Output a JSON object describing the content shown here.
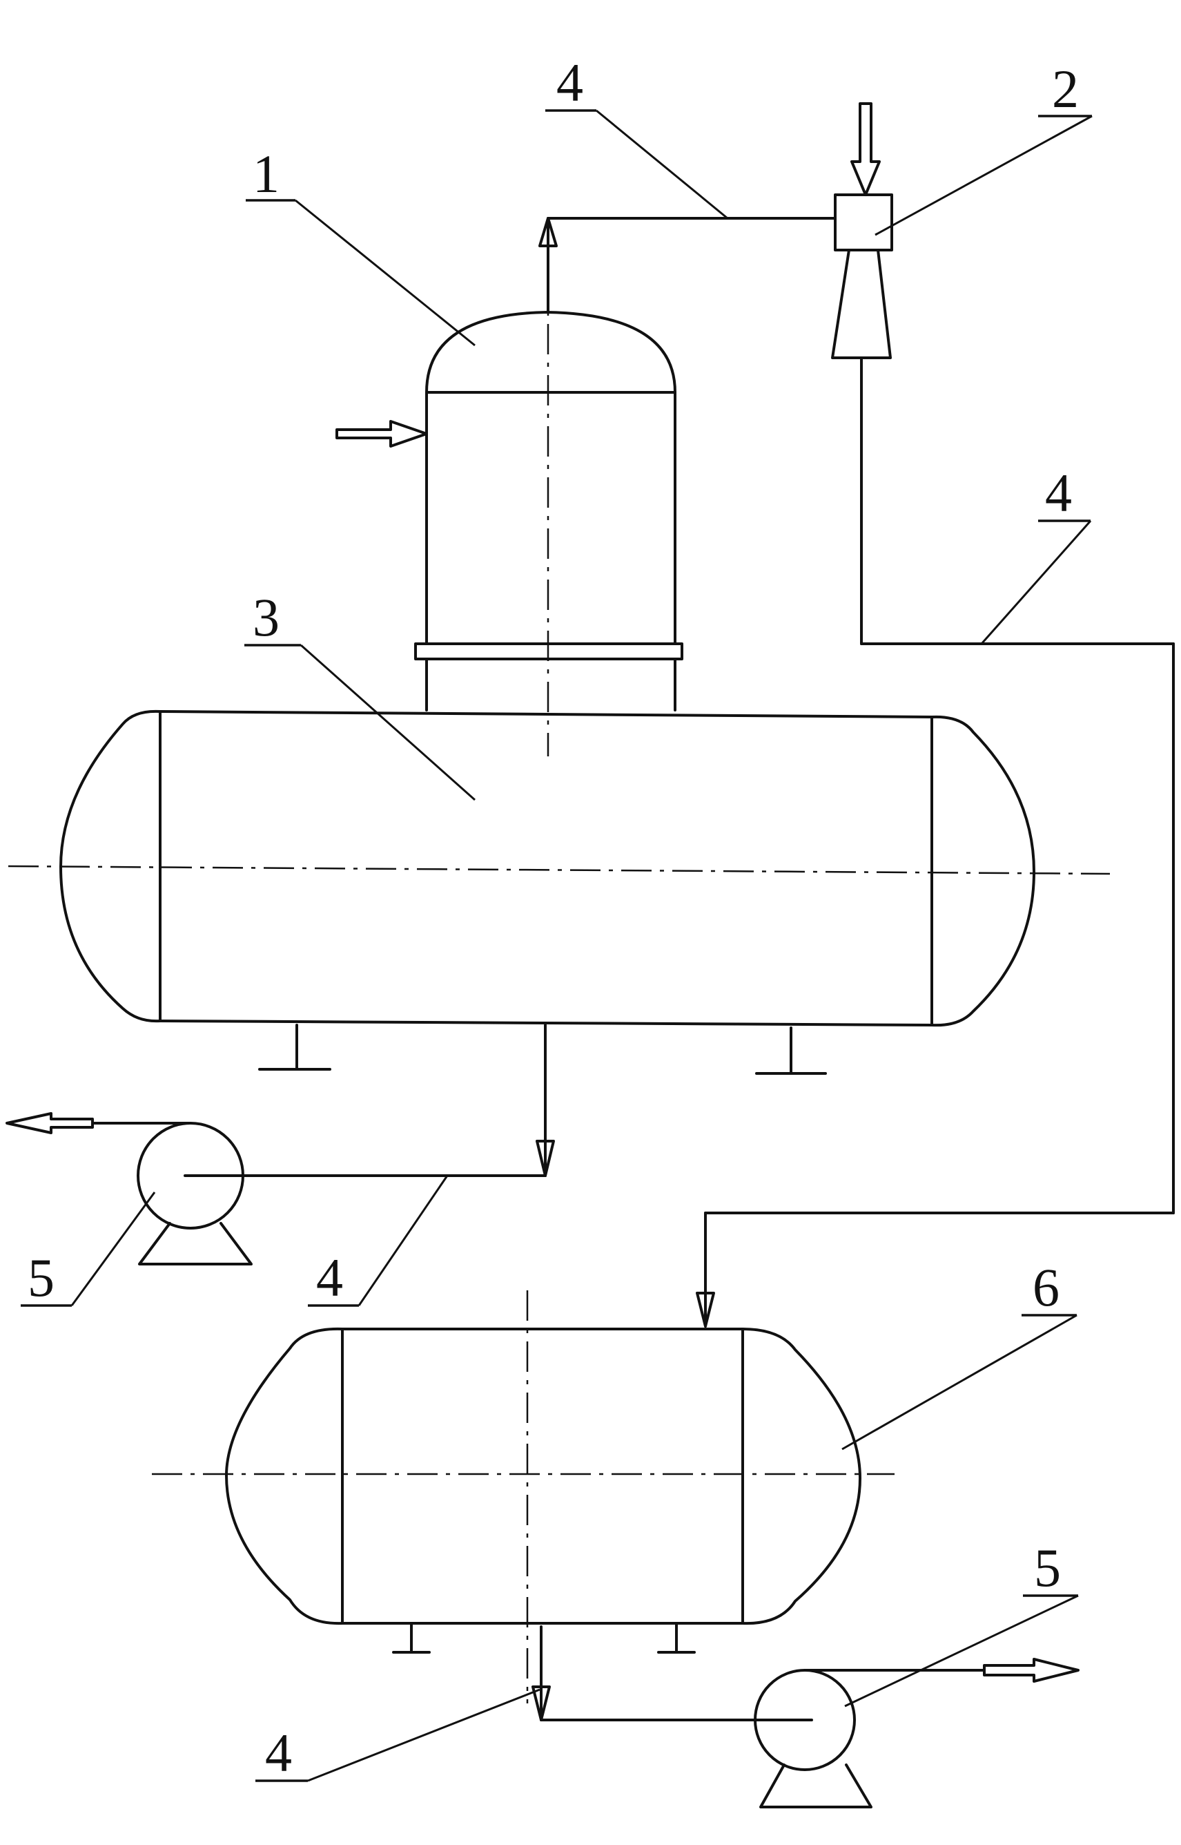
{
  "labels": {
    "separator": "1",
    "ejector": "2",
    "horizontal_tank": "3",
    "pipeline": "4",
    "pump": "5",
    "storage_tank": "6"
  }
}
